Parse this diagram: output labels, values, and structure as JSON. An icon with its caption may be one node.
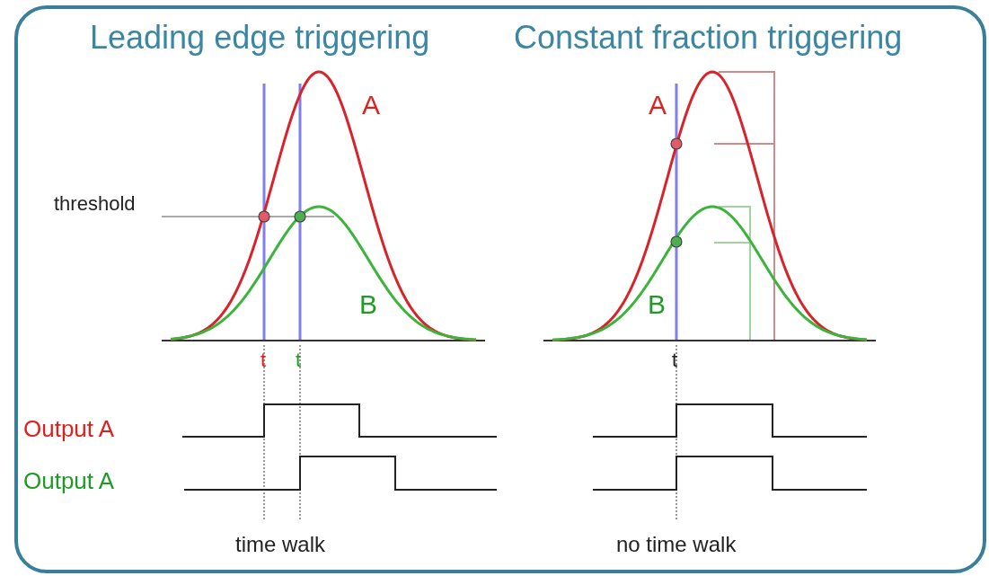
{
  "diagram": {
    "labels": [
      "Leading edge triggering",
      "Constant fraction triggering",
      "A",
      "A",
      "threshold",
      "B",
      "B",
      "t",
      "t",
      "t",
      "Output A",
      "Output A",
      "time walk",
      "no time walk"
    ]
  }
}
